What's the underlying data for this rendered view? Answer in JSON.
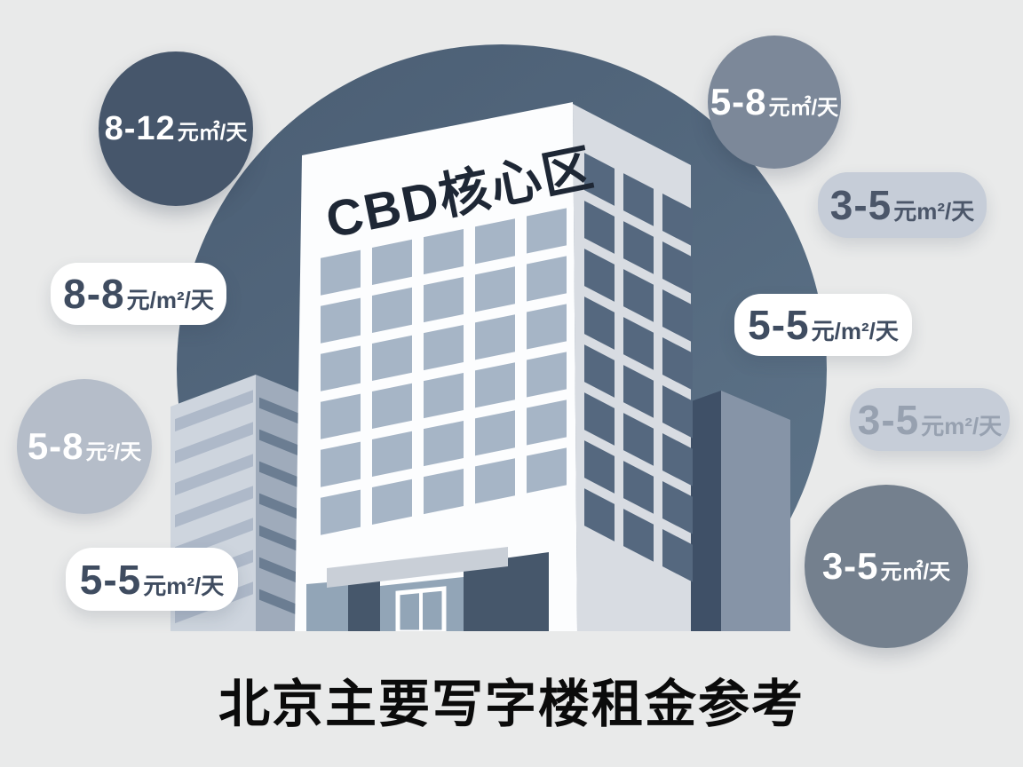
{
  "title": "北京主要写字楼租金参考",
  "building_sign": "CBD核心区",
  "bubbles": [
    {
      "area": "top-left",
      "value": "8-12",
      "unit": "元㎡/天"
    },
    {
      "area": "top-right",
      "value": "5-8",
      "unit": "元㎡/天"
    },
    {
      "area": "right-upper",
      "value": "3-5",
      "unit": "元m²/天"
    },
    {
      "area": "left-upper",
      "value": "8-8",
      "unit": "元/m²/天"
    },
    {
      "area": "right-middle",
      "value": "5-5",
      "unit": "元/m²/天"
    },
    {
      "area": "left-middle",
      "value": "5-8",
      "unit": "元²/天"
    },
    {
      "area": "right-lower",
      "value": "3-5",
      "unit": "元m²/天"
    },
    {
      "area": "bottom-left",
      "value": "5-5",
      "unit": "元m²/天"
    },
    {
      "area": "bottom-right",
      "value": "3-5",
      "unit": "元㎡/天"
    }
  ],
  "colors": {
    "bg": "#e9eaea",
    "circle_top": "#4a5d73",
    "circle_bottom": "#5d7388",
    "bubble_dark": "#46566b",
    "bubble_mid": "#7c8899",
    "bubble_mid2": "#74808e",
    "bubble_soft": "#b5bdc9",
    "bubble_light": "#c6cdd8",
    "bubble_white": "#ffffff",
    "ink_dark": "#3f4c60",
    "ink_muted": "#4b5669",
    "ink_faded": "#97a1b0",
    "title_ink": "#0b0b0b",
    "sign_ink": "#1e2735",
    "face_front": "#fcfdfe",
    "face_side": "#d8dce2",
    "window_front": "#a6b5c6",
    "window_side": "#55687f",
    "neighbor_left": "#ced5de",
    "neighbor_right": "#9fabbb",
    "stripe_left": "#aeb9c9",
    "stripe_right": "#6b7d92",
    "sil_dark": "#3f5067",
    "sil_light": "#8694a7",
    "entrance_dark": "#46576b",
    "glass": "#92a5b7",
    "canopy": "#c9cfd7"
  }
}
